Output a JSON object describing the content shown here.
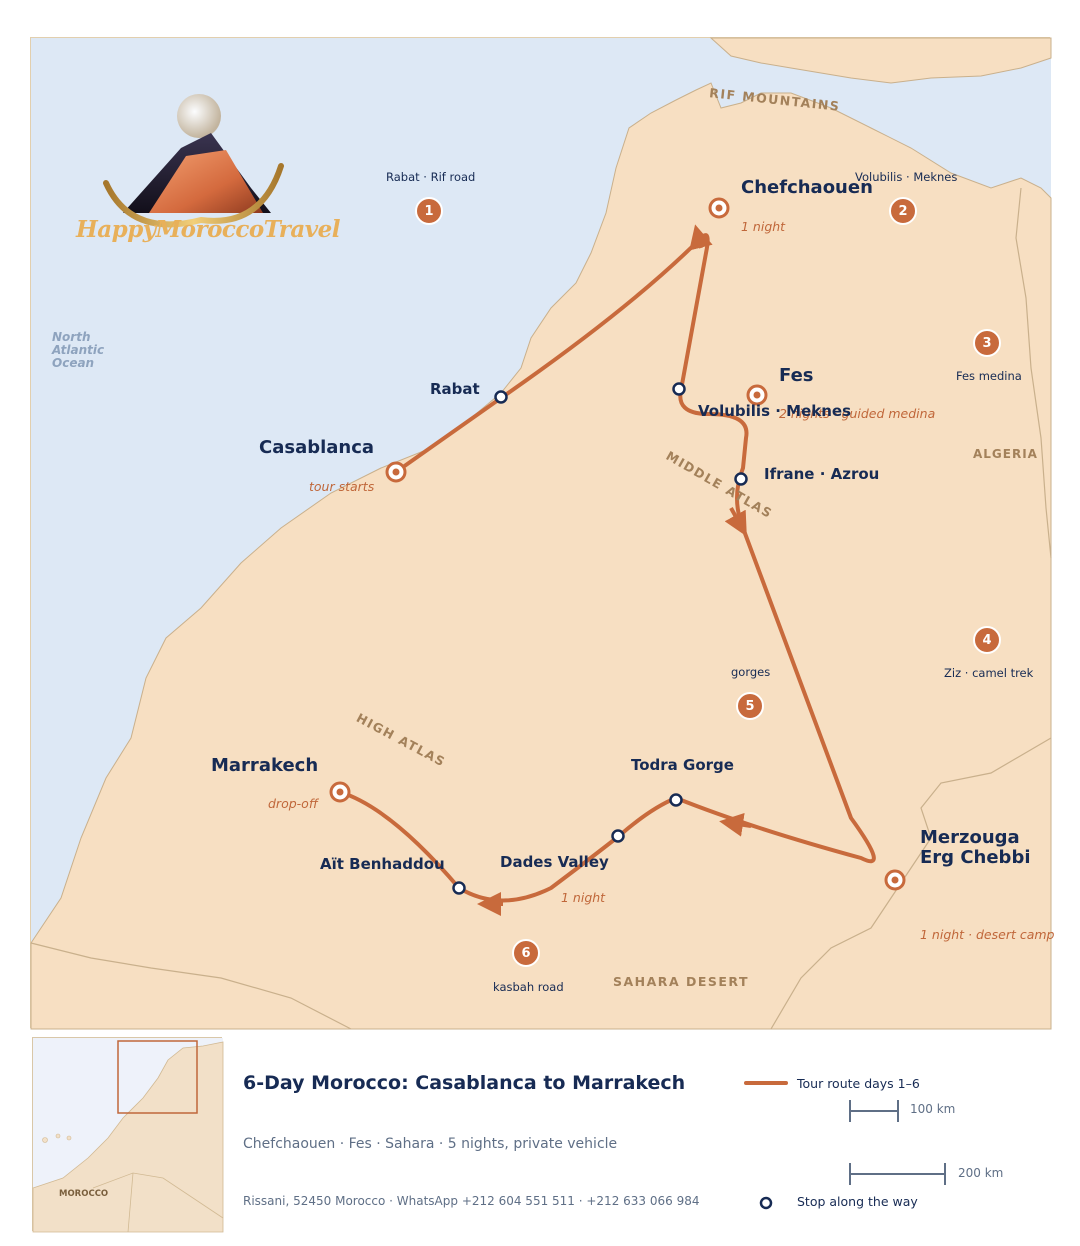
{
  "brand": {
    "logo_text": "HappyMoroccoTravel"
  },
  "map": {
    "ocean_label": "North\nAtlantic\nOcean",
    "regions": {
      "rif": "RIF MOUNTAINS",
      "middle_atlas": "MIDDLE ATLAS",
      "high_atlas": "HIGH ATLAS",
      "sahara": "SAHARA DESERT",
      "algeria": "ALGERIA"
    },
    "cities": {
      "chefchaouen": {
        "name": "Chefchaouen",
        "note": "1 night"
      },
      "fes": {
        "name": "Fes",
        "note": "2 nights · guided medina"
      },
      "casablanca": {
        "name": "Casablanca",
        "note": "tour starts"
      },
      "marrakech": {
        "name": "Marrakech",
        "note": "drop-off"
      },
      "merzouga": {
        "name": "Merzouga\nErg Chebbi",
        "note": "1 night · desert camp"
      }
    },
    "stops": {
      "rabat": "Rabat",
      "volubilis": "Volubilis · Meknes",
      "ifrane": "Ifrane · Azrou",
      "todra": "Todra Gorge",
      "dades": "Dades Valley",
      "dades_note": "1 night",
      "ait": "Aït Benhaddou"
    },
    "day_badges": [
      {
        "n": "1",
        "label": "Rabat · Rif road"
      },
      {
        "n": "2",
        "label": "Volubilis · Meknes"
      },
      {
        "n": "3",
        "label": "Fes medina"
      },
      {
        "n": "4",
        "label": "Ziz · camel trek"
      },
      {
        "n": "5",
        "label": "gorges"
      },
      {
        "n": "6",
        "label": "kasbah road"
      }
    ]
  },
  "inset": {
    "country_label": "MOROCCO"
  },
  "legend": {
    "title": "6-Day Morocco: Casablanca to Marrakech",
    "subtitle": "Chefchaouen · Fes · Sahara · 5 nights, private vehicle",
    "contact": "Rissani, 52450 Morocco · WhatsApp +212 604 551 511 · +212 633 066 984",
    "route_label": "Tour route  days 1–6",
    "stop_label": "Stop along the way",
    "scale_100": "100 km",
    "scale_200": "200 km"
  },
  "colors": {
    "route": "#c86a3c",
    "land": "#f7dfc2",
    "sea": "#dde8f5",
    "navy": "#172b54"
  }
}
